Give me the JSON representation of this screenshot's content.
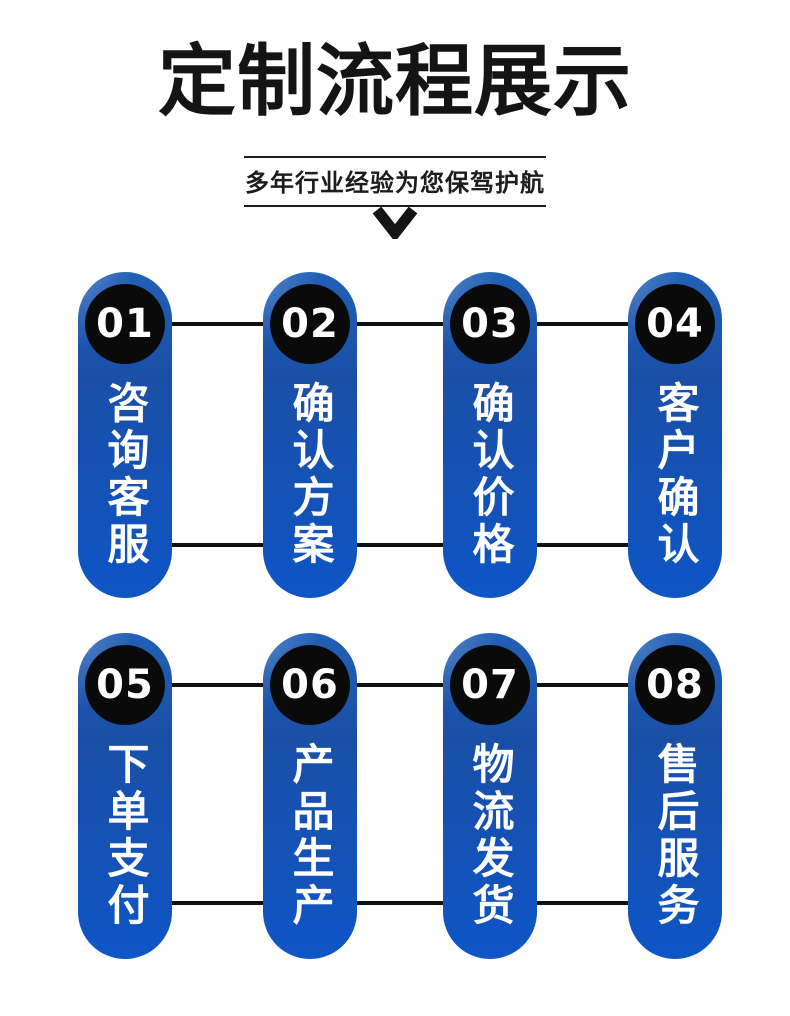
{
  "header": {
    "title": "定制流程展示",
    "subtitle": "多年行业经验为您保驾护航"
  },
  "steps": [
    {
      "number": "01",
      "label": "咨询客服"
    },
    {
      "number": "02",
      "label": "确认方案"
    },
    {
      "number": "03",
      "label": "确认价格"
    },
    {
      "number": "04",
      "label": "客户确认"
    },
    {
      "number": "05",
      "label": "下单支付"
    },
    {
      "number": "06",
      "label": "产品生产"
    },
    {
      "number": "07",
      "label": "物流发货"
    },
    {
      "number": "08",
      "label": "售后服务"
    }
  ],
  "colors": {
    "pill_blue_top": "#2160b6",
    "pill_blue_mid": "#1a4fa6",
    "pill_blue_bottom": "#0e55c6",
    "badge_black": "#0a0a0a",
    "connector_black": "#101010",
    "text_white": "#ffffff"
  },
  "icons": {
    "chevron_down": "chevron-down"
  }
}
